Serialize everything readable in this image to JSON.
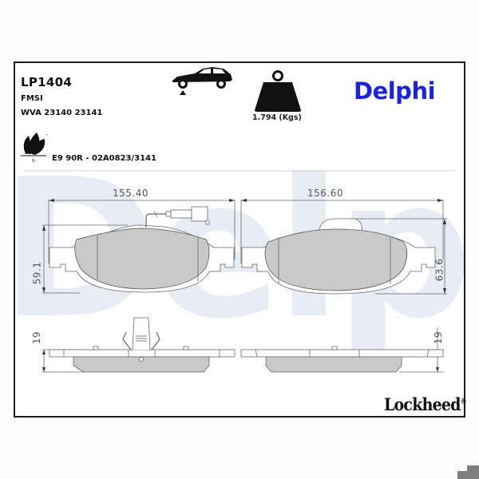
{
  "header": {
    "part_number": "LP1404",
    "fmsi_label": "FMSI",
    "wva_label": "WVA 23140 23141",
    "weight_label": "1.794 (Kgs)",
    "brand": "Delphi",
    "eco_code": "E9 90R - 02A0823/3141",
    "eco_icon_letter": "N",
    "eco_icon_tm": "™"
  },
  "footer": {
    "brand": "Lockheed",
    "registered_mark": "®"
  },
  "watermark": {
    "text": "Delphi",
    "color": "#e6ebf3"
  },
  "drawing": {
    "pad_left": {
      "width_label": "155.40",
      "height_label": "59.1",
      "thickness_label": "19",
      "has_wear_sensor": true
    },
    "pad_right": {
      "width_label": "156.60",
      "height_label": "63.6",
      "thickness_label": "19"
    }
  },
  "icons": {
    "vehicle_axle": "car-front-axle-icon",
    "weight": "weight-icon",
    "eco": "eco-leaves-icon"
  },
  "colors": {
    "brand_blue": "#1a23e0",
    "friction_material": "#c8c8c8",
    "frame": "#1e1e1e"
  }
}
